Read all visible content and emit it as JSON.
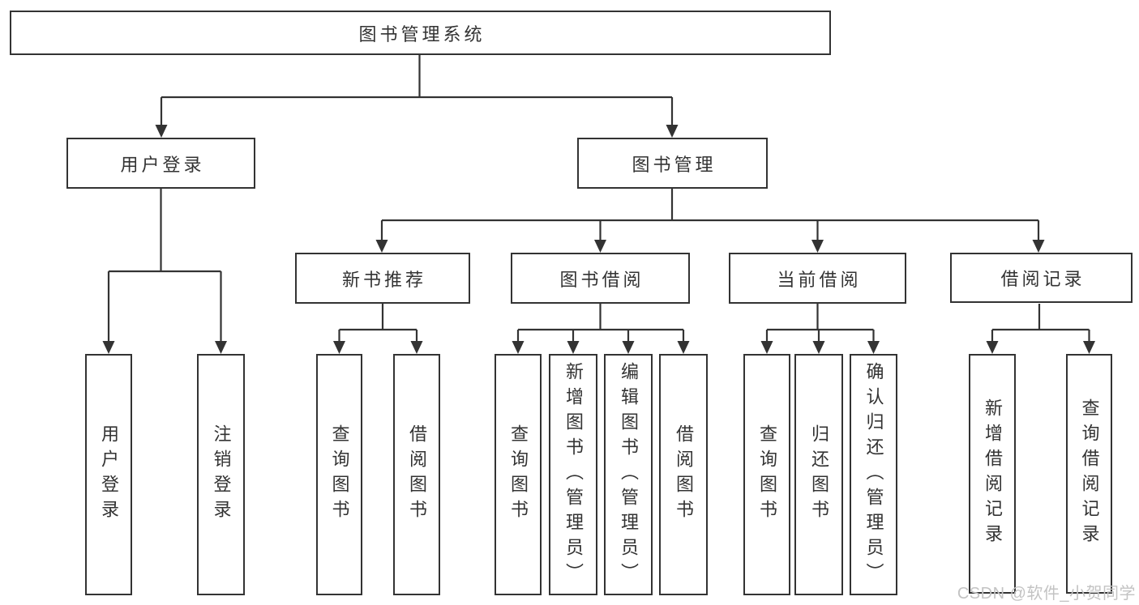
{
  "diagram": {
    "root": {
      "label": "图书管理系统"
    },
    "level2": [
      {
        "label": "用户登录"
      },
      {
        "label": "图书管理"
      }
    ],
    "level3": [
      {
        "label": "新书推荐"
      },
      {
        "label": "图书借阅"
      },
      {
        "label": "当前借阅"
      },
      {
        "label": "借阅记录"
      }
    ],
    "level4": [
      {
        "label": "用户登录"
      },
      {
        "label": "注销登录"
      },
      {
        "label": "查询图书"
      },
      {
        "label": "借阅图书"
      },
      {
        "label": "查询图书"
      },
      {
        "label": "新增图书（管理员）"
      },
      {
        "label": "编辑图书（管理员）"
      },
      {
        "label": "借阅图书"
      },
      {
        "label": "查询图书"
      },
      {
        "label": "归还图书"
      },
      {
        "label": "确认归还（管理员）"
      },
      {
        "label": "新增借阅记录"
      },
      {
        "label": "查询借阅记录"
      }
    ]
  },
  "watermark": {
    "text": "CSDN @软件_小贺同学"
  },
  "colors": {
    "line": "#333333",
    "text": "#333333",
    "watermark": "#c3c3c3",
    "background": "#ffffff"
  }
}
